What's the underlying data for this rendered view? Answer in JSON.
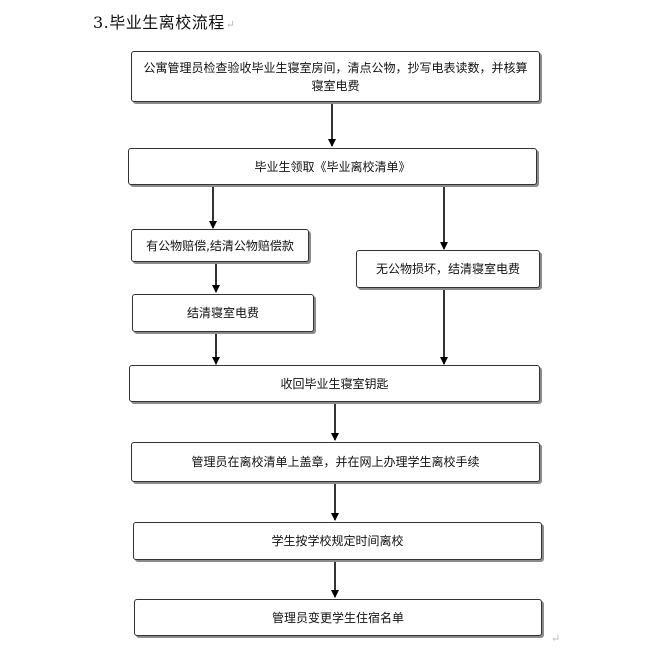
{
  "heading": {
    "title": "3.毕业生离校流程",
    "para_mark": "↵"
  },
  "steps": {
    "inspect": "公寓管理员检查验收毕业生寝室房间，清点公物，抄写电表读数，并核算寝室电费",
    "receive_list": "毕业生领取《毕业离校清单》",
    "damage": "有公物赔偿,结清公物赔偿款",
    "no_damage": "无公物损坏，结清寝室电费",
    "electricity": "结清寝室电费",
    "keys": "收回毕业生寝室钥匙",
    "stamp": "管理员在离校清单上盖章，并在网上办理学生离校手续",
    "leave": "学生按学校规定时间离校",
    "roster": "管理员变更学生住宿名单"
  },
  "end_mark": "↵"
}
